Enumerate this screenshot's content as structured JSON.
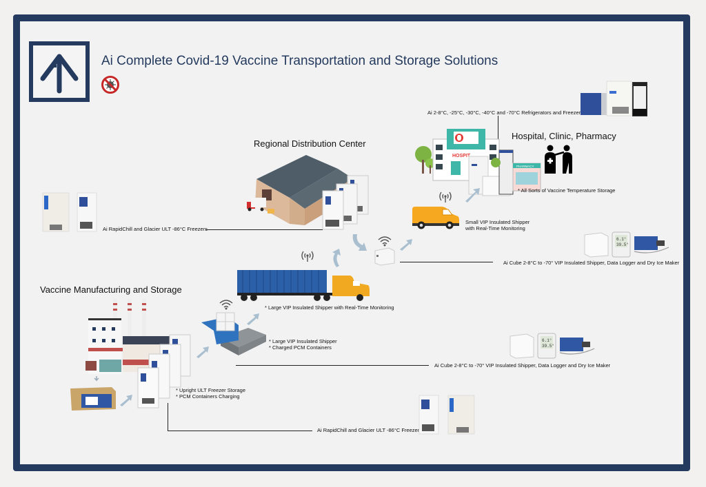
{
  "title": "Ai Complete Covid-19 Vaccine Transportation and Storage Solutions",
  "icons": {
    "logo": "arrow-up-logo-icon",
    "badge": "no-covid-icon",
    "signal": "wireless-signal-icon",
    "flow": "flow-arrow-icon"
  },
  "colors": {
    "frame": "#243a5e",
    "background": "#f2f2f2",
    "flow_arrow": "#a9bfcf",
    "truck_container": "#2b5fa8",
    "truck_cab": "#f2a922",
    "van": "#f5a820",
    "hospital_teal": "#3fb7a8",
    "cross_red": "#e53935"
  },
  "sections": {
    "manufacturing": {
      "heading": "Vaccine Manufacturing and Storage",
      "captions": [
        "* Upright ULT Freezer Storage",
        "* PCM Containers Charging"
      ]
    },
    "pallet": {
      "captions": [
        "* Large VIP Insulated Shipper",
        "* Charged PCM Containers"
      ]
    },
    "truck": {
      "caption": "* Large VIP Insulated Shipper with Real-Time Monitoring"
    },
    "distribution": {
      "heading": "Regional Distribution Center"
    },
    "van": {
      "captions": [
        "Small VIP Insulated Shipper",
        "with Real-Time Monitoring"
      ]
    },
    "hospital": {
      "heading": "Hospital, Clinic, Pharmacy",
      "caption": "* All Sorts of Vaccine Temperature Storage",
      "sign_hospital": "HOSPIT",
      "sign_pharmacy": "PHARMACY"
    }
  },
  "product_labels": {
    "top_right_fridges": "Ai 2-8°C, -25°C, -30°C, -40°C and  -70°C Refrigerators and Freezers",
    "left_ult": "Ai RapidChill and Glacier ULT -86°C Freezers",
    "cube_upper": "Ai Cube 2-8°C to -70° VIP Insulated Shipper, Data Logger and Dry Ice Maker",
    "cube_lower": "Ai Cube 2-8°C to -70° VIP Insulated Shipper, Data Logger and Dry Ice Maker",
    "bottom_ult": "Ai RapidChill and Glacier ULT -86°C Freezers"
  },
  "logger_display": [
    "6.1°",
    "39.5°"
  ]
}
